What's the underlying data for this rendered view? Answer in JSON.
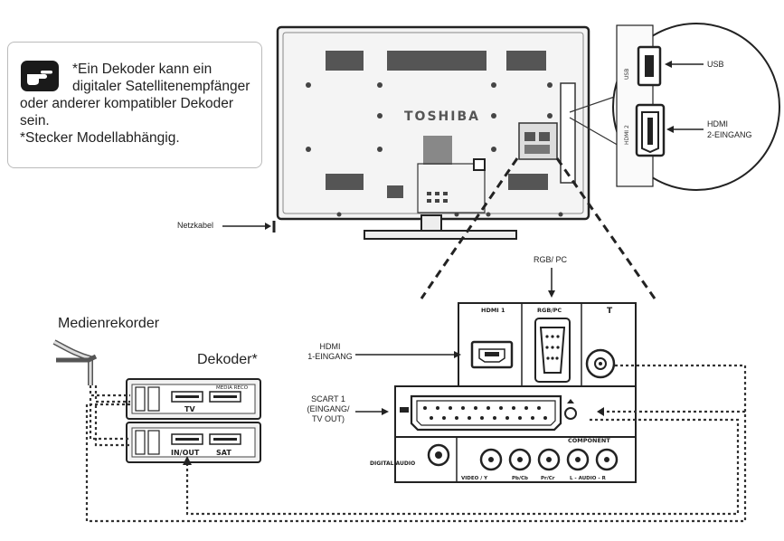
{
  "note": {
    "line1": "*Ein Dekoder kann ein",
    "line2": "digitaler Satellitenempfänger",
    "line3": "oder anderer kompatibler Dekoder",
    "line4": "sein.",
    "line5": "*Stecker Modellabhängig."
  },
  "tv": {
    "brand": "TOSHIBA"
  },
  "zoom": {
    "usb_label": "USB",
    "hdmi2_label_1": "HDMI",
    "hdmi2_label_2": "2-EINGANG",
    "usb_port_text": "USB",
    "hdmi_port_text": "HDMI 2"
  },
  "labels": {
    "netzkabel": "Netzkabel",
    "rgb_pc": "RGB/ PC",
    "hdmi1_1": "HDMI",
    "hdmi1_2": "1-EINGANG",
    "scart_1": "SCART 1",
    "scart_2": "(EINGANG/",
    "scart_3": "TV OUT)"
  },
  "panel": {
    "hdmi1": "HDMI 1",
    "rgbpc": "RGB/PC",
    "antenna": "T",
    "component": "COMPONENT",
    "digital_audio": "DIGITAL AUDIO",
    "video_y": "VIDEO / Y",
    "pb_cb": "Pb/Cb",
    "pr_cr": "Pr/Cr",
    "l_audio_r": "L - AUDIO - R"
  },
  "devices": {
    "recorder_label": "Medienrekorder",
    "decoder_label": "Dekoder*",
    "deck_top_brand": "MEDIA RECO",
    "deck_top_tv": "TV",
    "deck_bottom_inout": "IN/OUT",
    "deck_bottom_sat": "SAT"
  }
}
